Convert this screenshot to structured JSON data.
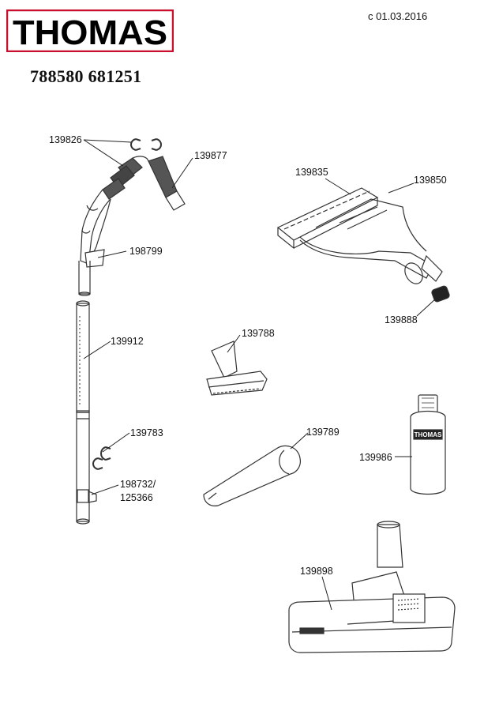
{
  "header": {
    "brand": "THOMAS",
    "date": "с 01.03.2016",
    "model": "788580 681251"
  },
  "parts": {
    "p139826": "139826",
    "p139877": "139877",
    "p198799": "198799",
    "p139912": "139912",
    "p139783": "139783",
    "p198732": "198732/",
    "p125366": "125366",
    "p139835": "139835",
    "p139850": "139850",
    "p139888": "139888",
    "p139788": "139788",
    "p139789": "139789",
    "p139986": "139986",
    "p139898": "139898"
  },
  "icons": [
    "thomas-logo",
    "hose-handle",
    "extension-tube",
    "window-nozzle",
    "upholstery-nozzle",
    "crevice-nozzle",
    "shampoo-bottle",
    "floor-nozzle"
  ]
}
